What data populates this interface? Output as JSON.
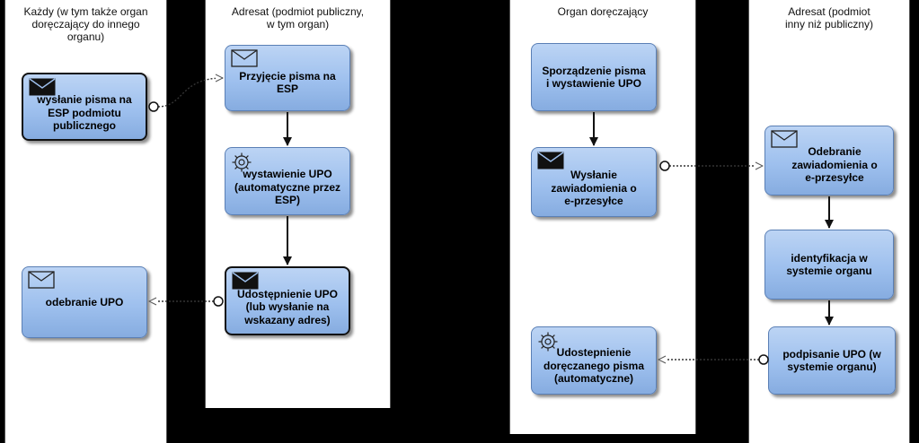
{
  "lanes": [
    {
      "id": "sender",
      "title": "Każdy (w tym także organ\ndoręczający do innego\norganu)"
    },
    {
      "id": "public-recipient",
      "title": "Adresat (podmiot publiczny,\nw tym organ)"
    },
    {
      "id": "delivering-authority",
      "title": "Organ doręczający"
    },
    {
      "id": "non-public-recipient",
      "title": "Adresat (podmiot\ninny niż publiczny)"
    }
  ],
  "tasks": {
    "send_letter": {
      "label": "wysłanie pisma na\nESP podmiotu\npublicznego",
      "icon": "envelope-filled-icon"
    },
    "receive_upo": {
      "label": "odebranie UPO",
      "icon": "envelope-outline-icon"
    },
    "accept_letter": {
      "label": "Przyjęcie pisma na\nESP",
      "icon": "envelope-outline-icon"
    },
    "issue_upo_auto": {
      "label": "wystawienie UPO\n(automatyczne przez\nESP)",
      "icon": "gear-icon"
    },
    "share_upo": {
      "label": "Udostępnienie UPO\n(lub wysłanie na\nwskazany adres)",
      "icon": "envelope-filled-icon"
    },
    "prepare_letter": {
      "label": "Sporządzenie pisma\ni wystawienie UPO",
      "icon": ""
    },
    "send_notice": {
      "label": "Wysłanie\nzawiadomienia o\ne-przesyłce",
      "icon": "envelope-filled-icon"
    },
    "share_delivered": {
      "label": "Udostepnienie\ndoręczanego pisma\n(automatyczne)",
      "icon": "gear-icon"
    },
    "receive_notice": {
      "label": "Odebranie\nzawiadomienia o\ne-przesyłce",
      "icon": "envelope-outline-icon"
    },
    "identify": {
      "label": "identyfikacja w\nsystemie organu",
      "icon": ""
    },
    "sign_upo": {
      "label": "podpisanie UPO (w\nsystemie organu)",
      "icon": ""
    }
  },
  "colors": {
    "task_fill": "#9ec0ee",
    "task_border": "#5a7fb5",
    "background": "#000000",
    "lane": "#ffffff"
  }
}
